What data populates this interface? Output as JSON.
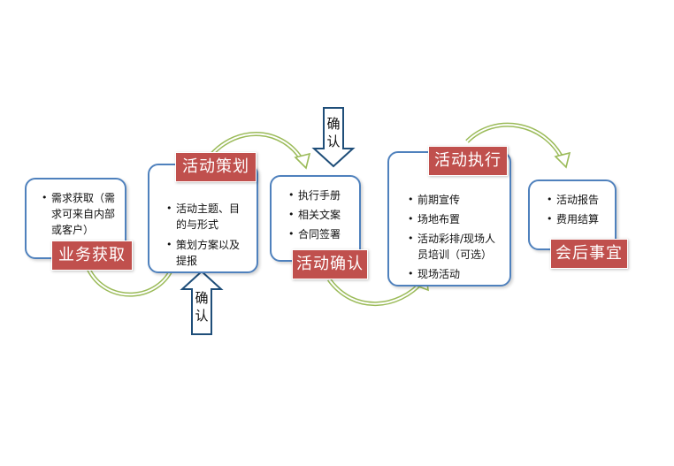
{
  "stages": [
    {
      "title": "业务获取",
      "items": [
        "需求获取（需求可来自内部或客户）"
      ]
    },
    {
      "title": "活动策划",
      "items": [
        "活动主题、目的与形式",
        "策划方案以及提报"
      ]
    },
    {
      "title": "活动确认",
      "items": [
        "执行手册",
        "相关文案",
        "合同签署"
      ]
    },
    {
      "title": "活动执行",
      "items": [
        "前期宣传",
        "场地布置",
        "活动彩排/现场人员培训（可选）",
        "现场活动"
      ]
    },
    {
      "title": "会后事宜",
      "items": [
        "活动报告",
        "费用结算"
      ]
    }
  ],
  "confirm_arrows": [
    {
      "label_line1": "确",
      "label_line2": "认"
    },
    {
      "label_line1": "确",
      "label_line2": "认"
    }
  ],
  "colors": {
    "box_border": "#4f81bd",
    "tag_fill": "#c0504d",
    "curve_arrow": "#9bbb59",
    "confirm_arrow_border": "#1f4e79"
  }
}
